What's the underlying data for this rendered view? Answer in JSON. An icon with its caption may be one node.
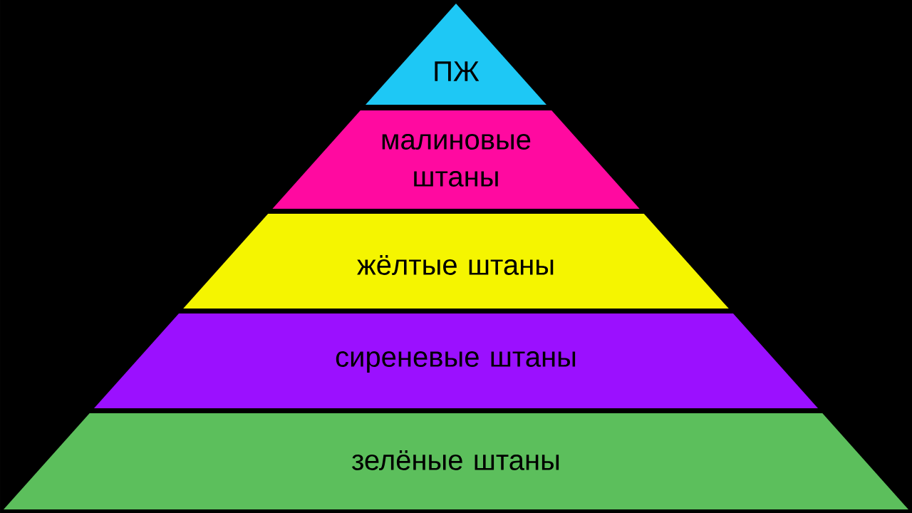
{
  "diagram": {
    "nodes": [
      {
        "text": [
          "ПЖ"
        ]
      },
      {
        "text": [
          "малиновые штаны"
        ]
      },
      {
        "text": [
          "жёлтые штаны"
        ]
      },
      {
        "text": [
          "сиреневые штаны"
        ]
      },
      {
        "text": [
          "зелёные штаны"
        ]
      }
    ]
  }
}
